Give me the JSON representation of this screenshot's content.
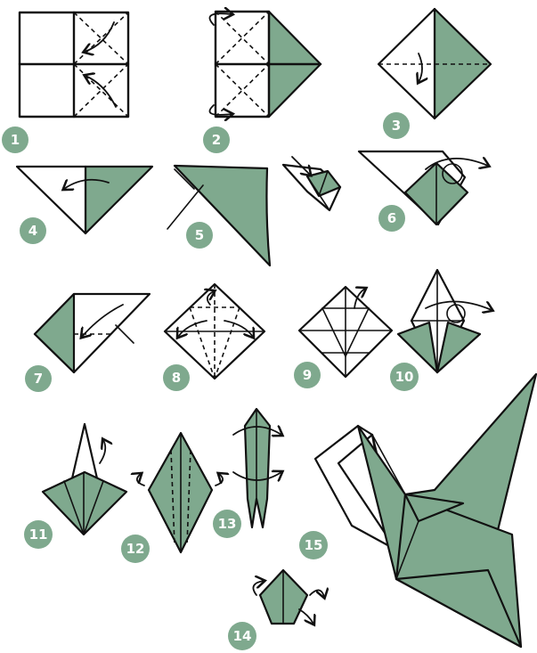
{
  "steps": [
    {
      "label": "1"
    },
    {
      "label": "2"
    },
    {
      "label": "3"
    },
    {
      "label": "4"
    },
    {
      "label": "5"
    },
    {
      "label": "6"
    },
    {
      "label": "7"
    },
    {
      "label": "8"
    },
    {
      "label": "9"
    },
    {
      "label": "10"
    },
    {
      "label": "11"
    },
    {
      "label": "12"
    },
    {
      "label": "13"
    },
    {
      "label": "14"
    },
    {
      "label": "15"
    }
  ],
  "colors": {
    "paper_color": "#7fa98e",
    "outline": "#111111",
    "badge": "#7fa98e"
  }
}
